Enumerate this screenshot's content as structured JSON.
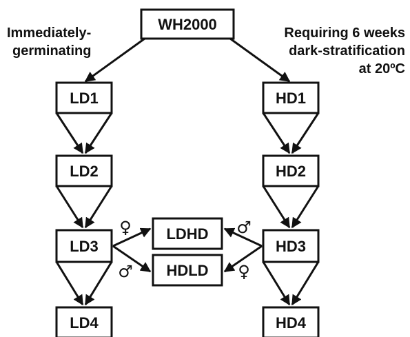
{
  "diagram": {
    "root": {
      "label": "WH2000"
    },
    "left_caption": {
      "line1": "Immediately-",
      "line2": "germinating"
    },
    "right_caption": {
      "line1": "Requiring 6 weeks",
      "line2": "dark-stratification",
      "line3": "at 20ºC"
    },
    "left_column": [
      "LD1",
      "LD2",
      "LD3",
      "LD4"
    ],
    "right_column": [
      "HD1",
      "HD2",
      "HD3",
      "HD4"
    ],
    "crosses": [
      "LDHD",
      "HDLD"
    ],
    "symbols": {
      "female": "♀",
      "male": "♂"
    }
  }
}
